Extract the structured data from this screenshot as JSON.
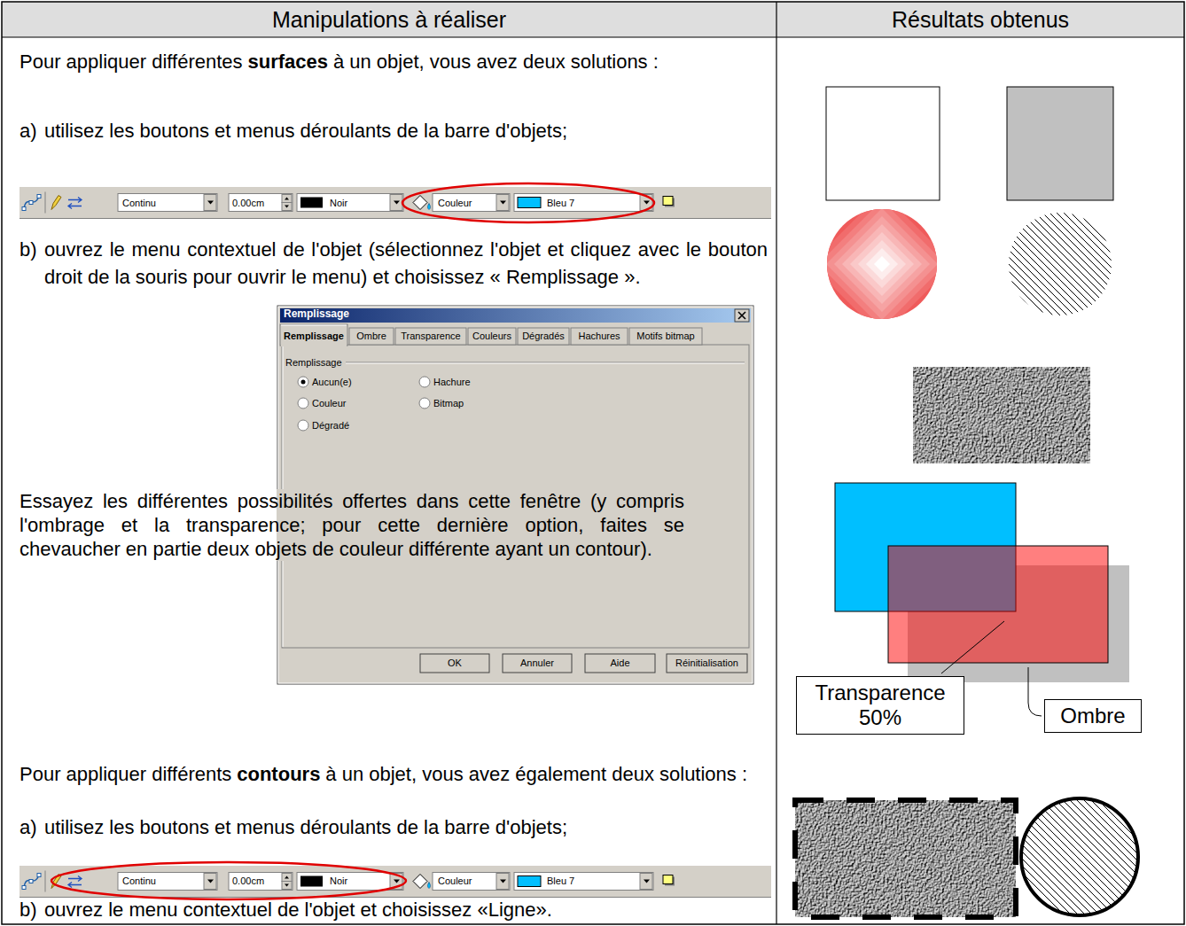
{
  "diagram": {
    "nodes": [
      {
        "text": [
          "Transparence 50%"
        ]
      },
      {
        "text": [
          "Ombre"
        ]
      }
    ],
    "labels": [
      "Manipulations à réaliser",
      "Résultats obtenus",
      "Pour appliquer différentes",
      "surfaces",
      "à un objet, vous avez deux solutions :",
      "a)",
      "utilisez les boutons et menus déroulants de la barre d'objets;",
      "Continu",
      "0.00cm",
      "Noir",
      "Couleur",
      "Bleu 7",
      "b)",
      "ouvrez le menu contextuel de l'objet (sélectionnez l'objet et cliquez avec le bouton droit de la souris pour ouvrir le menu) et choisissez « Remplissage ».",
      "Remplissage",
      "Remplissage",
      "Ombre",
      "Transparence",
      "Couleurs",
      "Dégradés",
      "Hachures",
      "Motifs bitmap",
      "Remplissage",
      "Aucun(e)",
      "Hachure",
      "Couleur",
      "Bitmap",
      "Dégradé",
      "OK",
      "Annuler",
      "Aide",
      "Réinitialisation",
      "Essayez les différentes possibilités offertes dans cette fenêtre (y compris l'ombrage et la transparence; pour cette dernière option, faites se chevaucher en partie deux objets de couleur différente ayant un contour).",
      "Pour appliquer différents",
      "contours",
      "à un objet, vous avez également deux solutions :",
      "a)",
      "utilisez les boutons et menus déroulants de la barre d'objets;",
      "Continu",
      "0.00cm",
      "Noir",
      "Couleur",
      "Bleu 7",
      "b)",
      "ouvrez le menu contextuel de l'objet et choisissez «Ligne»."
    ]
  }
}
